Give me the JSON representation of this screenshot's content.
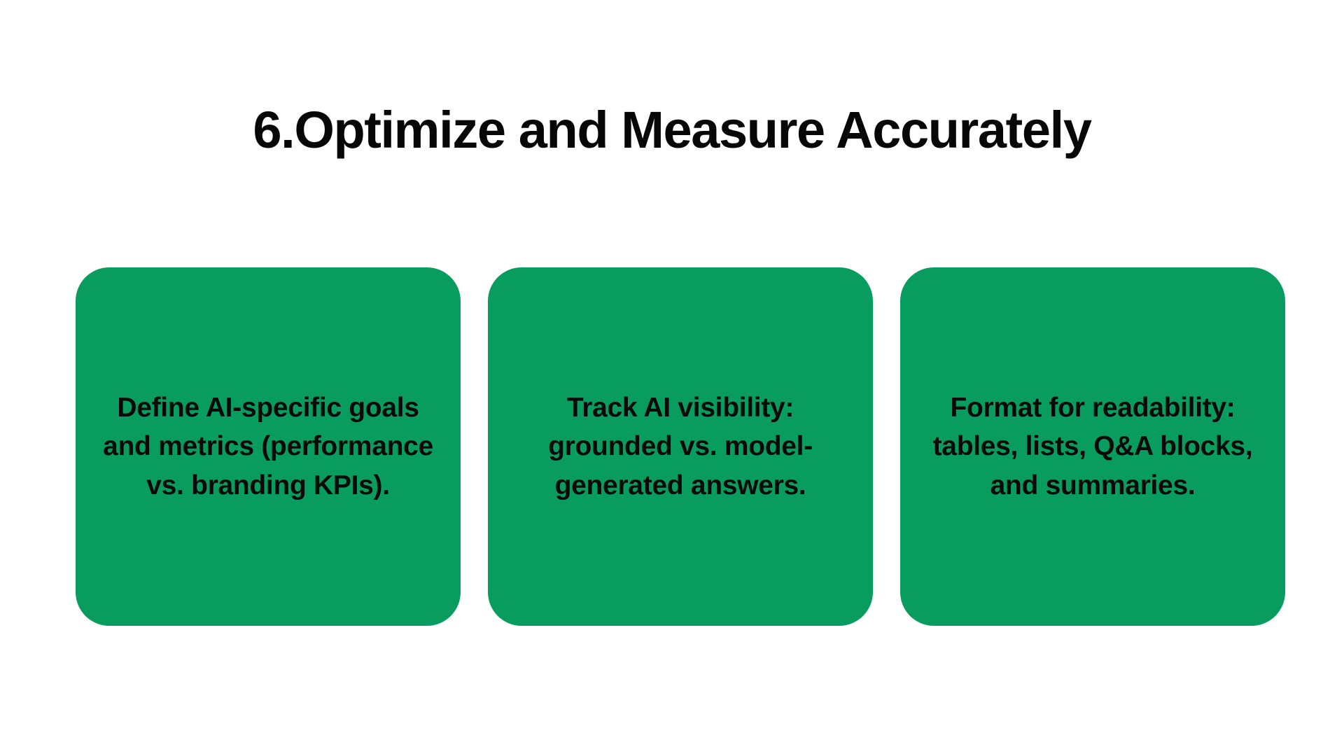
{
  "slide": {
    "background_color": "#ffffff",
    "title": "6.Optimize and Measure Accurately",
    "accent_color": "#089d5e",
    "text_color": "#0a0a0a",
    "cards": [
      {
        "id": "card-1",
        "text": "Define AI-specific goals and metrics (performance vs. branding KPIs)."
      },
      {
        "id": "card-2",
        "text": "Track AI visibility: grounded vs. model-generated answers."
      },
      {
        "id": "card-3",
        "text": "Format for readability: tables, lists, Q&A blocks, and summaries."
      }
    ]
  }
}
